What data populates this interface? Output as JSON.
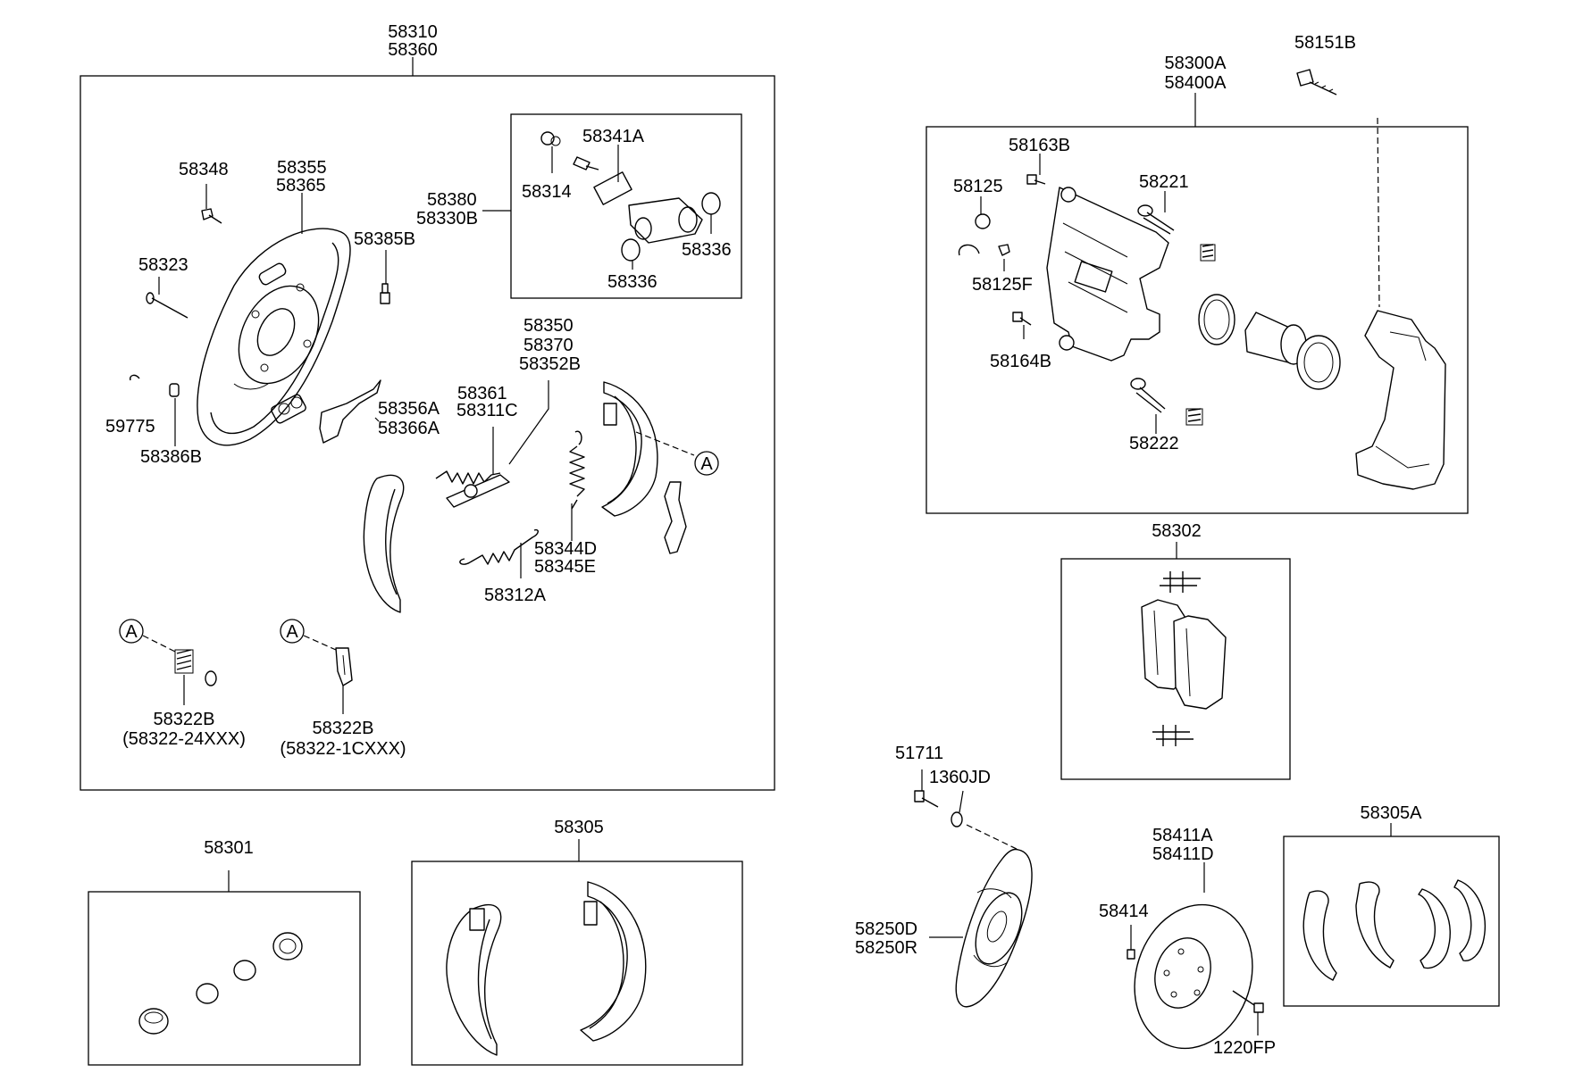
{
  "labels": {
    "l58310": "58310",
    "l58360": "58360",
    "l58348": "58348",
    "l58355": "58355",
    "l58365": "58365",
    "l58385B": "58385B",
    "l58323": "58323",
    "l59775": "59775",
    "l58386B": "58386B",
    "l58380": "58380",
    "l58330B": "58330B",
    "l58341A": "58341A",
    "l58314": "58314",
    "l58336a": "58336",
    "l58336b": "58336",
    "l58350": "58350",
    "l58370": "58370",
    "l58352B": "58352B",
    "l58361": "58361",
    "l58311C": "58311C",
    "l58356A": "58356A",
    "l58366A": "58366A",
    "l58344D": "58344D",
    "l58345E": "58345E",
    "l58312A": "58312A",
    "l58322Ba": "58322B",
    "l58322Ba2": "(58322-24XXX)",
    "l58322Bb": "58322B",
    "l58322Bb2": "(58322-1CXXX)",
    "l58301": "58301",
    "l58305": "58305",
    "l58151B": "58151B",
    "l58300A": "58300A",
    "l58400A": "58400A",
    "l58163B": "58163B",
    "l58125": "58125",
    "l58221": "58221",
    "l58125F": "58125F",
    "l58164B": "58164B",
    "l58222": "58222",
    "l58302": "58302",
    "l51711": "51711",
    "l1360JD": "1360JD",
    "l58411A": "58411A",
    "l58411D": "58411D",
    "l58414": "58414",
    "l58250D": "58250D",
    "l58250R": "58250R",
    "l1220FP": "1220FP",
    "l58305A": "58305A"
  },
  "callouts": {
    "ref_a1": "A",
    "ref_a2": "A",
    "ref_a3": "A"
  }
}
